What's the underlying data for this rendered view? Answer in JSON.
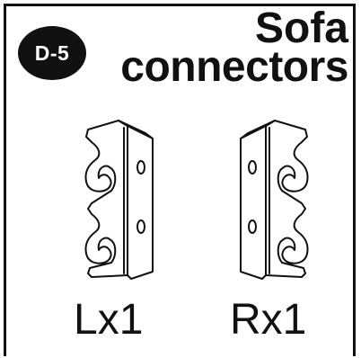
{
  "badge": {
    "code": "D-5"
  },
  "title": {
    "line1": "Sofa",
    "line2": "connectors"
  },
  "parts": [
    {
      "name": "left-connector",
      "quantity_label": "Lx1"
    },
    {
      "name": "right-connector",
      "quantity_label": "Rx1"
    }
  ],
  "colors": {
    "ink": "#111111",
    "background": "#ffffff",
    "badge_text": "#ffffff"
  }
}
